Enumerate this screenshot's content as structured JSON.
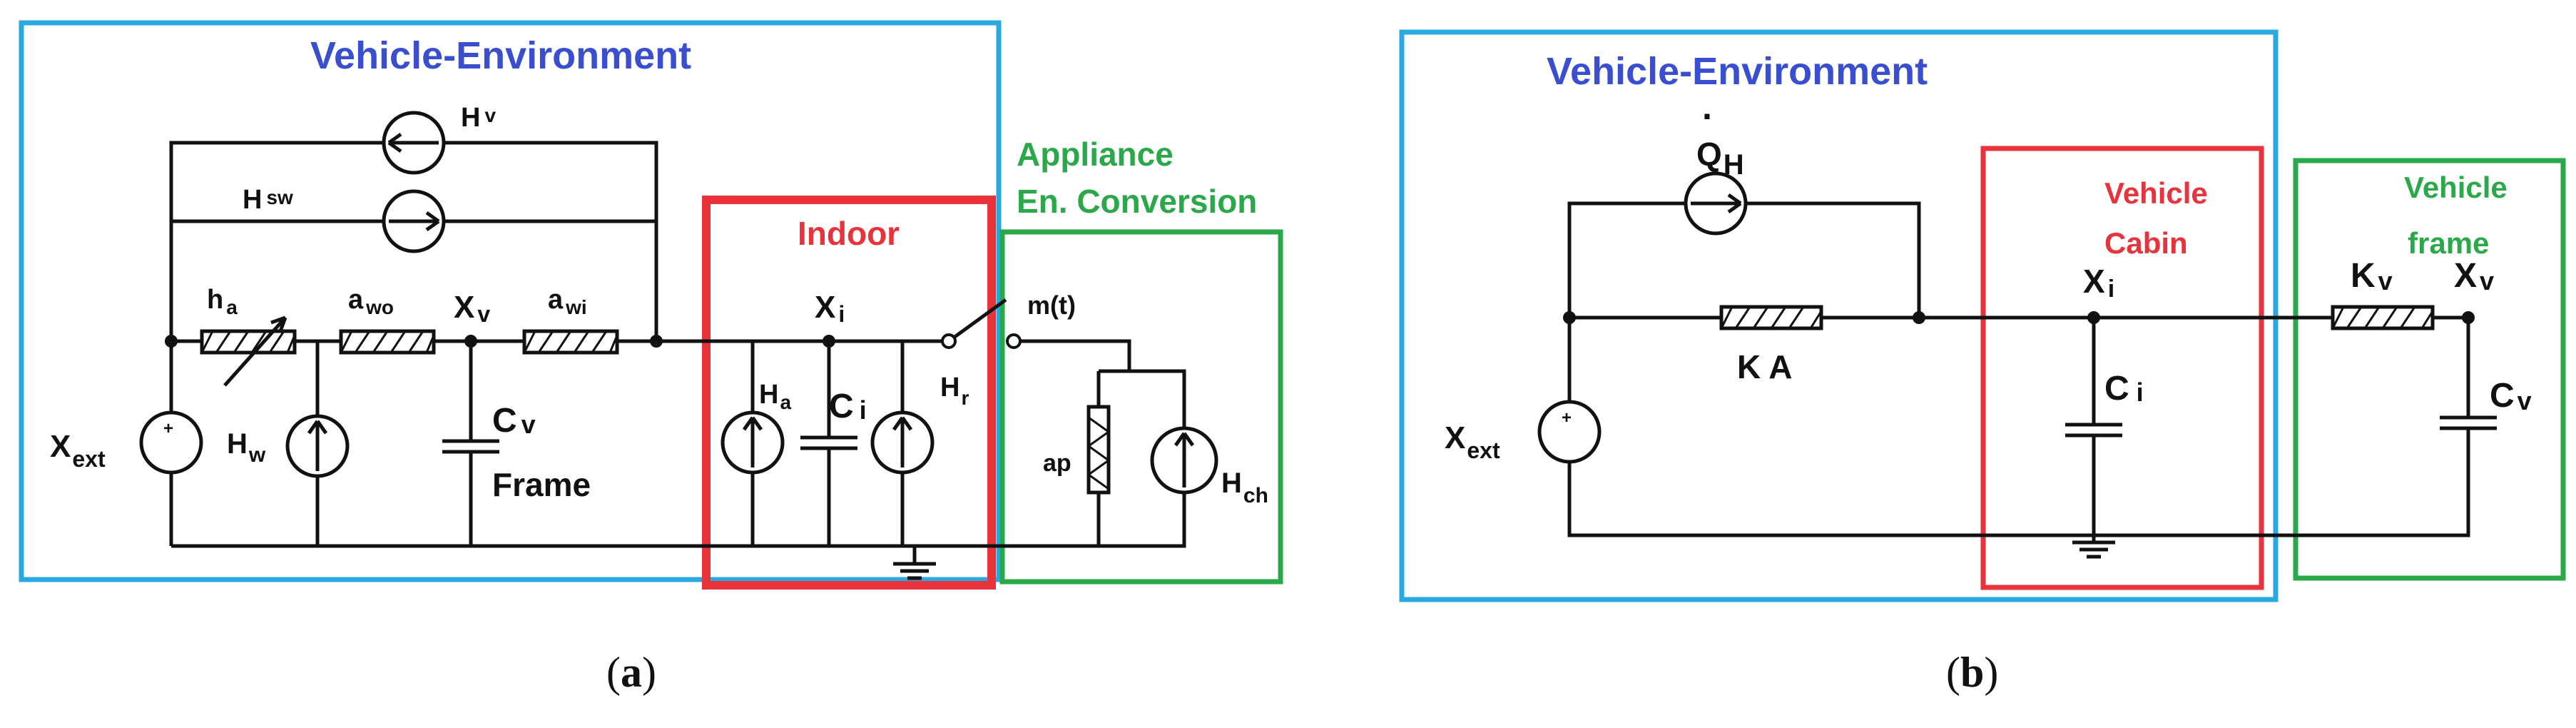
{
  "colors": {
    "blue_box": "#29a9df",
    "blue_text": "#3a4fd0",
    "red": "#e8323c",
    "green": "#2aa84a"
  },
  "panel_a": {
    "caption_open": "(",
    "caption_letter": "a",
    "caption_close": ")",
    "boxes": {
      "vehicle_environment": "Vehicle-Environment",
      "indoor": "Indoor",
      "appliance_line1": "Appliance",
      "appliance_line2": "En. Conversion"
    },
    "labels": {
      "hv_main": "H",
      "hv_sub": "v",
      "hsw_main": "H",
      "hsw_sub": "sw",
      "ha_main": "h",
      "ha_sub": "a",
      "awo_main": "a",
      "awo_sub": "wo",
      "xv_main": "X",
      "xv_sub": "v",
      "awi_main": "a",
      "awi_sub": "wi",
      "xi_main": "X",
      "xi_sub": "i",
      "mt": "m(t)",
      "xext_main": "X",
      "xext_sub": "ext",
      "hw_main": "H",
      "hw_sub": "w",
      "cv_main": "C",
      "cv_sub": "v",
      "frame": "Frame",
      "ha_src_main": "H",
      "ha_src_sub": "a",
      "ci_main": "C",
      "ci_sub": "i",
      "hr_main": "H",
      "hr_sub": "r",
      "ap": "ap",
      "hch_main": "H",
      "hch_sub": "ch",
      "plus": "+"
    }
  },
  "panel_b": {
    "caption_open": "(",
    "caption_letter": "b",
    "caption_close": ")",
    "boxes": {
      "vehicle_environment": "Vehicle-Environment",
      "cabin_line1": "Vehicle",
      "cabin_line2": "Cabin",
      "frame_line1": "Vehicle",
      "frame_line2": "frame"
    },
    "labels": {
      "qh_main": "Q",
      "qh_dot": "·",
      "qh_sub": "H",
      "ka": "K A",
      "xi_main": "X",
      "xi_sub": "i",
      "ci_main": "C",
      "ci_sub": "i",
      "kv_main": "K",
      "kv_sub": "v",
      "xv_main": "X",
      "xv_sub": "v",
      "cv_main": "C",
      "cv_sub": "v",
      "xext_main": "X",
      "xext_sub": "ext",
      "plus": "+"
    }
  }
}
